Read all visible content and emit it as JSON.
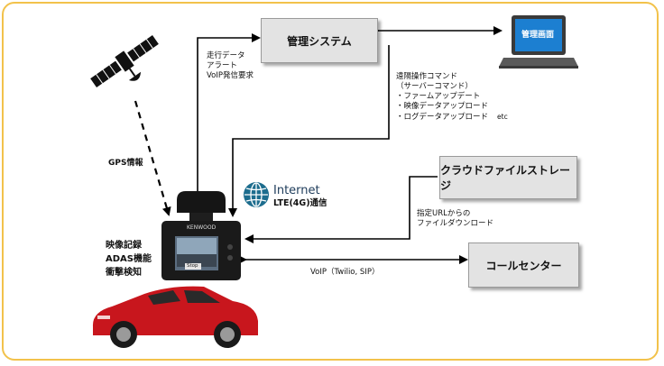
{
  "boxes": {
    "mgmt_system": "管理システム",
    "cloud_storage": "クラウドファイルストレージ",
    "call_center": "コールセンター"
  },
  "laptop_screen_label": "管理画面",
  "internet": {
    "title": "Internet",
    "subtitle": "LTE(4G)通信"
  },
  "labels": {
    "upstream": [
      "走行データ",
      "アラート",
      "VoIP発信要求"
    ],
    "remote": [
      "遠隔操作コマンド",
      "（サーバーコマンド）",
      "・ファームアップデート",
      "・映像データアップロード",
      "・ログデータアップロード"
    ],
    "remote_etc": "etc",
    "gps": "GPS情報",
    "download": [
      "指定URLからの",
      "ファイルダウンロード"
    ],
    "voip": "VoIP（Twilio, SIP）",
    "device_functions": [
      "映像記録",
      "ADAS機能",
      "衝撃検知"
    ]
  },
  "dashcam": {
    "brand": "KENWOOD",
    "screen_label": "Stop"
  },
  "colors": {
    "frame": "#f2c24b",
    "globe": "#1d6d8e",
    "laptop_screen": "#1c7fd1",
    "car": "#c8161d"
  }
}
